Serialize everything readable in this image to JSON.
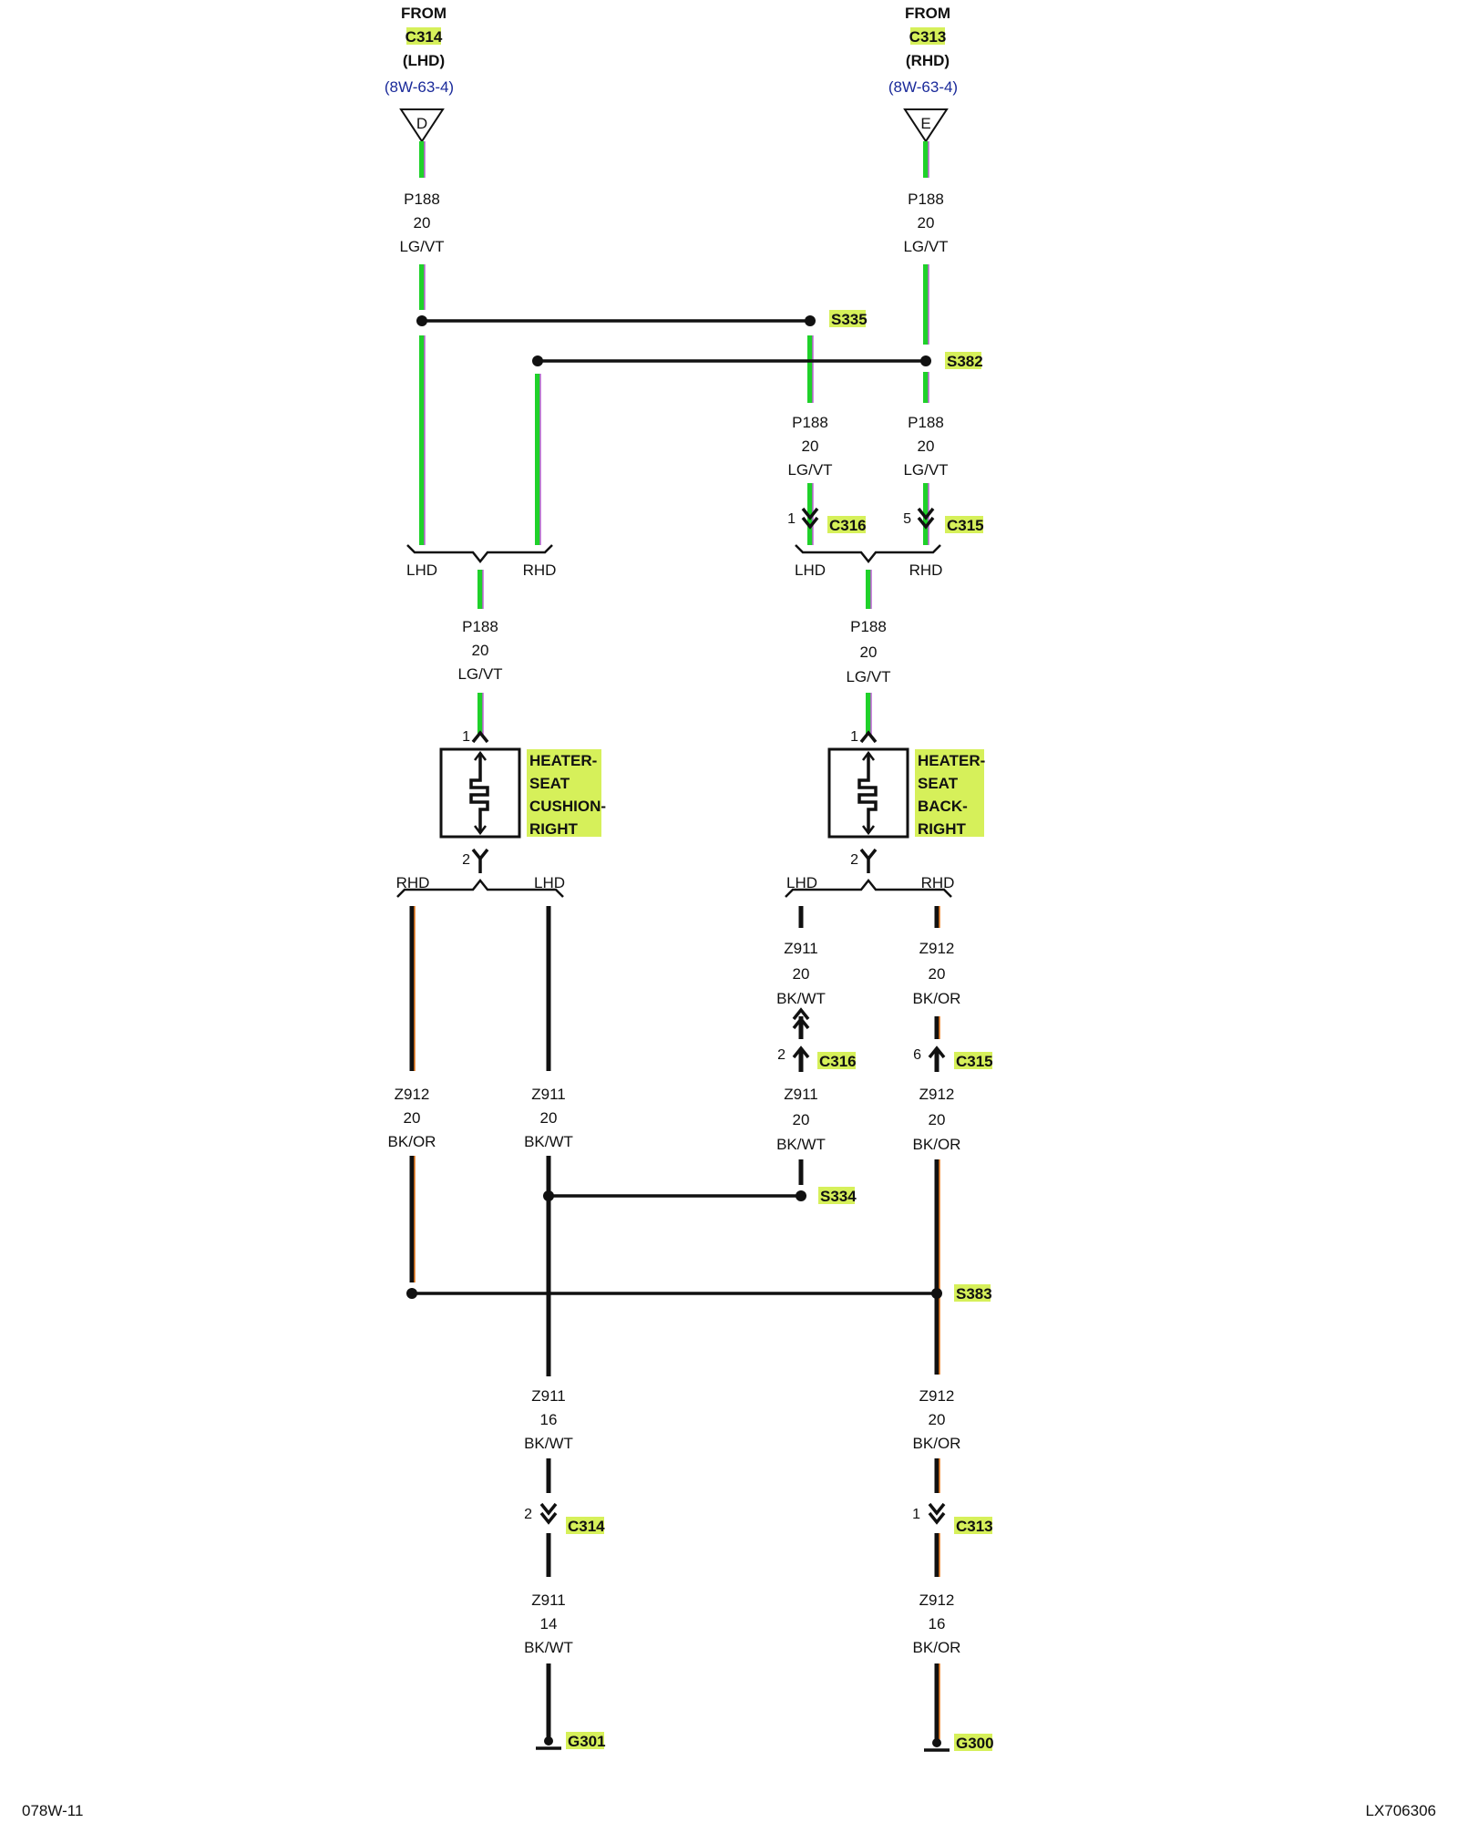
{
  "sources": [
    {
      "from": "FROM",
      "connector": "C314",
      "variant": "(LHD)",
      "ref": "(8W-63-4)",
      "pin": "D"
    },
    {
      "from": "FROM",
      "connector": "C313",
      "variant": "(RHD)",
      "ref": "(8W-63-4)",
      "pin": "E"
    }
  ],
  "wire_labels": [
    {
      "circuit": "P188",
      "gauge": "20",
      "color": "LG/VT"
    },
    {
      "circuit": "P188",
      "gauge": "20",
      "color": "LG/VT"
    },
    {
      "circuit": "P188",
      "gauge": "20",
      "color": "LG/VT"
    },
    {
      "circuit": "P188",
      "gauge": "20",
      "color": "LG/VT"
    },
    {
      "circuit": "P188",
      "gauge": "20",
      "color": "LG/VT"
    },
    {
      "circuit": "P188",
      "gauge": "20",
      "color": "LG/VT"
    },
    {
      "circuit": "Z912",
      "gauge": "20",
      "color": "BK/OR"
    },
    {
      "circuit": "Z911",
      "gauge": "20",
      "color": "BK/WT"
    },
    {
      "circuit": "Z911",
      "gauge": "20",
      "color": "BK/WT"
    },
    {
      "circuit": "Z912",
      "gauge": "20",
      "color": "BK/OR"
    },
    {
      "circuit": "Z911",
      "gauge": "20",
      "color": "BK/WT"
    },
    {
      "circuit": "Z912",
      "gauge": "20",
      "color": "BK/OR"
    },
    {
      "circuit": "Z911",
      "gauge": "16",
      "color": "BK/WT"
    },
    {
      "circuit": "Z912",
      "gauge": "20",
      "color": "BK/OR"
    },
    {
      "circuit": "Z911",
      "gauge": "14",
      "color": "BK/WT"
    },
    {
      "circuit": "Z912",
      "gauge": "16",
      "color": "BK/OR"
    }
  ],
  "splices": [
    "S335",
    "S382",
    "S334",
    "S383"
  ],
  "connectors": [
    {
      "pin": "1",
      "name": "C316"
    },
    {
      "pin": "5",
      "name": "C315"
    },
    {
      "pin": "2",
      "name": "C316"
    },
    {
      "pin": "6",
      "name": "C315"
    },
    {
      "pin": "2",
      "name": "C314"
    },
    {
      "pin": "1",
      "name": "C313"
    }
  ],
  "branch_labels": [
    "LHD",
    "RHD",
    "LHD",
    "RHD",
    "RHD",
    "LHD",
    "LHD",
    "RHD"
  ],
  "components": [
    {
      "lines": [
        "HEATER-",
        "SEAT",
        "CUSHION-",
        "RIGHT"
      ],
      "pin_top": "1",
      "pin_bottom": "2"
    },
    {
      "lines": [
        "HEATER-",
        "SEAT",
        "BACK-",
        "RIGHT"
      ],
      "pin_top": "1",
      "pin_bottom": "2"
    }
  ],
  "grounds": [
    "G301",
    "G300"
  ],
  "footer": {
    "left": "078W-11",
    "right": "LX706306"
  },
  "colors": {
    "green": "#1fd12a",
    "violet": "#c060d8",
    "orange": "#e8791a",
    "highlight": "#d6f05a",
    "ref": "#1a2a9a"
  }
}
